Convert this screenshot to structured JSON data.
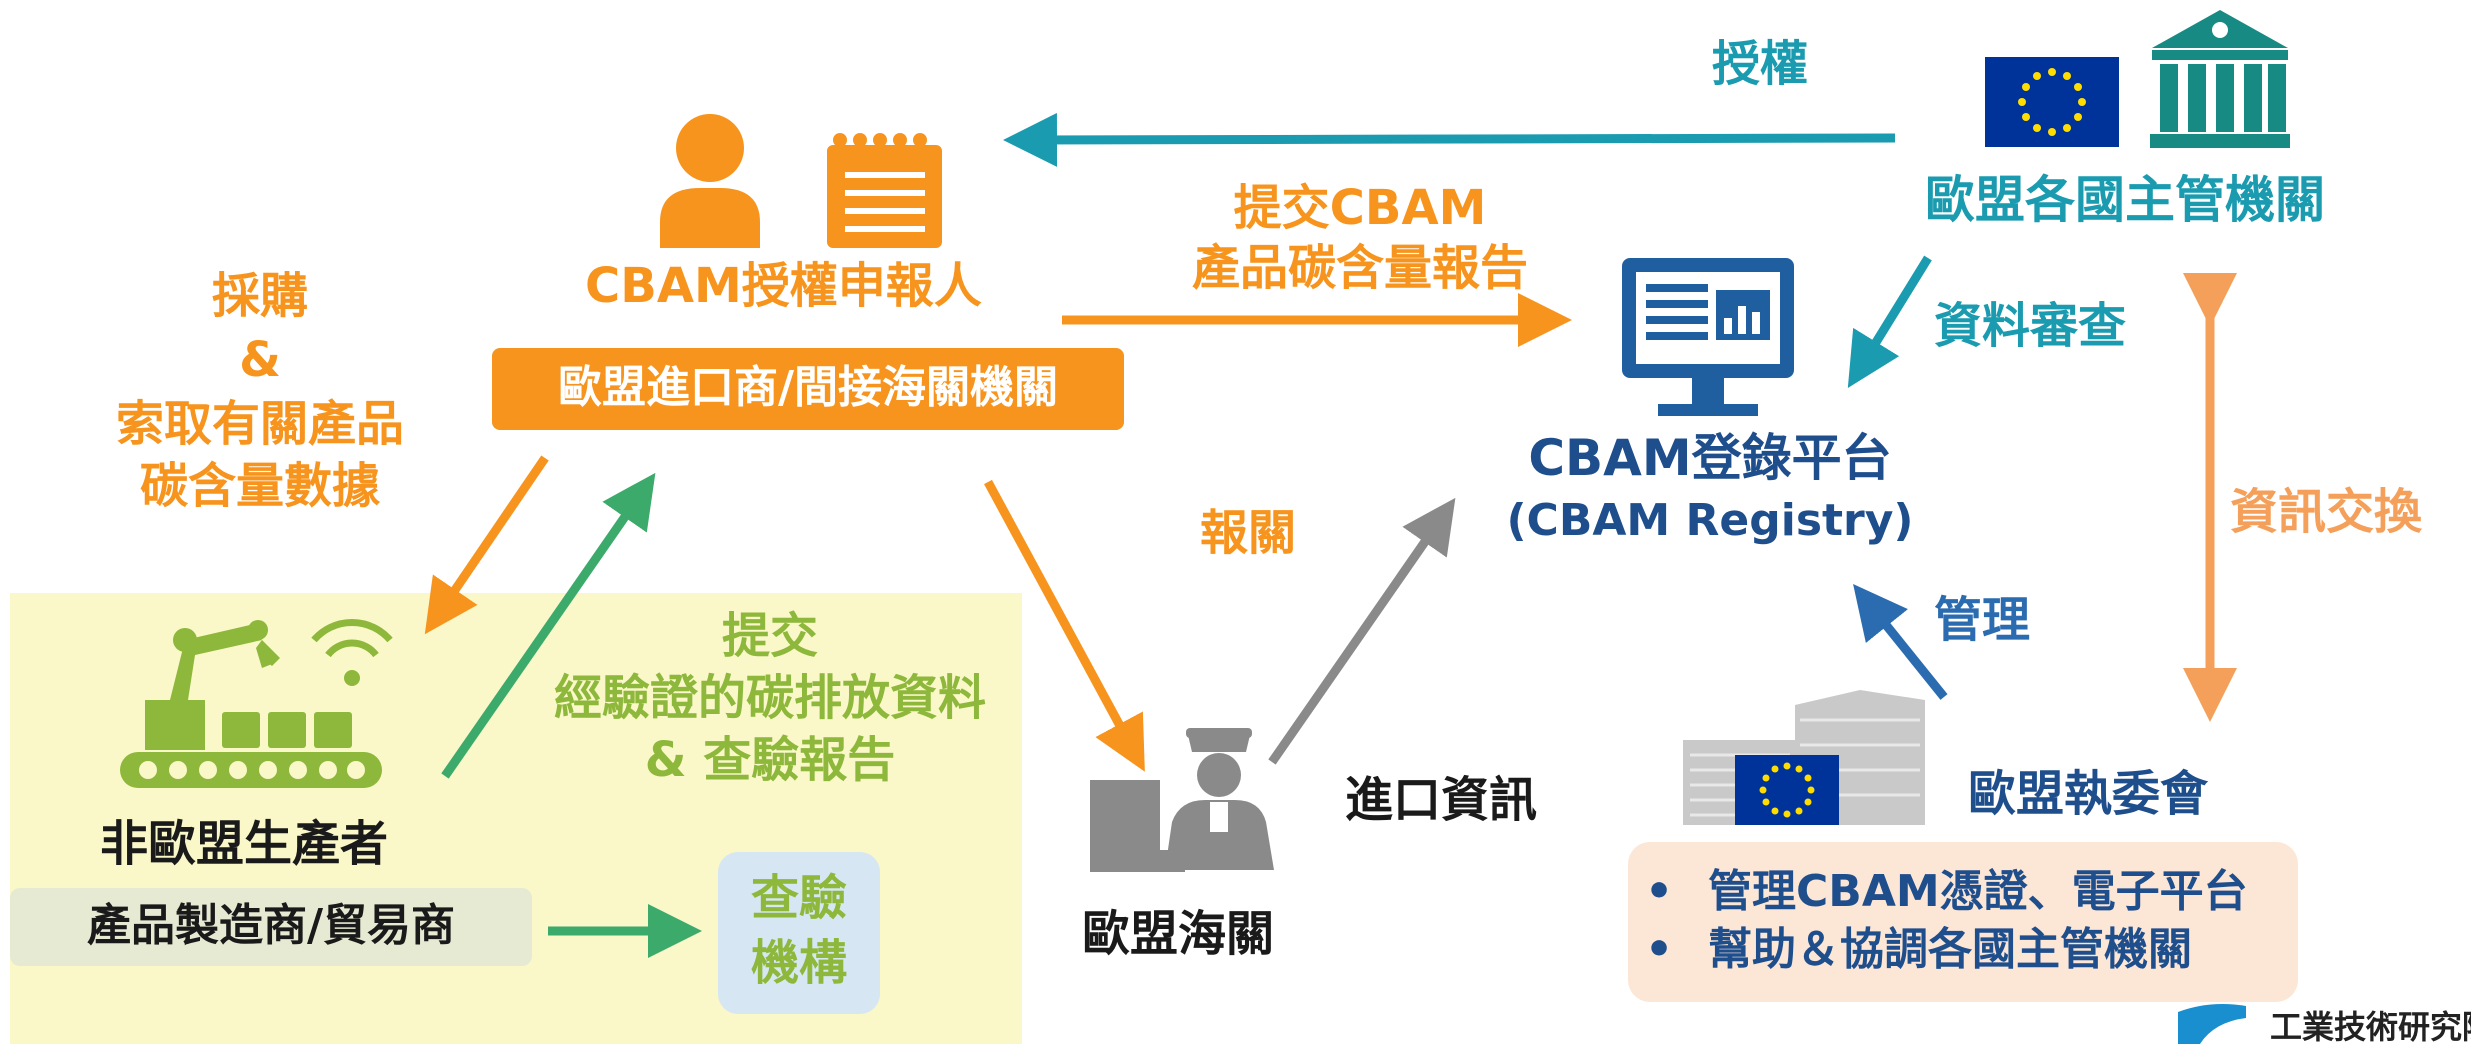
{
  "colors": {
    "orange": "#F7941D",
    "teal": "#1A9BB0",
    "blue": "#2B6CB0",
    "green": "#8DB83B",
    "gray": "#8A8A8A",
    "yellow_zone": "#FAF7C8",
    "peach_box": "#FCE6D6",
    "eu_blue": "#003399",
    "eu_star": "#FFDD00"
  },
  "icons": {
    "declarant": "person-document-icon",
    "authority": "government-building-icon",
    "eu_flag": "eu-flag-icon",
    "registry": "computer-monitor-icon",
    "producer": "factory-robot-arm-icon",
    "customs": "customs-officer-icon",
    "commission": "commission-building-icon",
    "itri": "itri-logo-icon"
  },
  "nodes": {
    "declarant": {
      "title": "CBAM授權申報人",
      "subtitle": "歐盟進口商/間接海關機關"
    },
    "authority": {
      "title": "歐盟各國主管機關"
    },
    "registry": {
      "title": "CBAM登錄平台",
      "subtitle": "(CBAM Registry)"
    },
    "producer": {
      "title": "非歐盟生產者",
      "subtitle": "產品製造商/貿易商"
    },
    "verifier": {
      "line1": "查驗",
      "line2": "機構"
    },
    "customs": {
      "title": "歐盟海關"
    },
    "commission": {
      "title": "歐盟執委會",
      "bullets": [
        "管理CBAM憑證、電子平台",
        "幫助＆協調各國主管機關"
      ]
    }
  },
  "edges": {
    "authorize": "授權",
    "submit_report": {
      "line1": "提交CBAM",
      "line2": "產品碳含量報告"
    },
    "data_review": "資料審查",
    "info_exchange": "資訊交換",
    "manage": "管理",
    "import_info": "進口資訊",
    "customs_declare": "報關",
    "procure": {
      "line1": "採購",
      "line2": "&",
      "line3": "索取有關產品",
      "line4": "碳含量數據"
    },
    "submit_verified": {
      "line1": "提交",
      "line2": "經驗證的碳排放資料",
      "line3": "& 查驗報告"
    }
  },
  "logo": {
    "text": "工業技術研究院"
  }
}
